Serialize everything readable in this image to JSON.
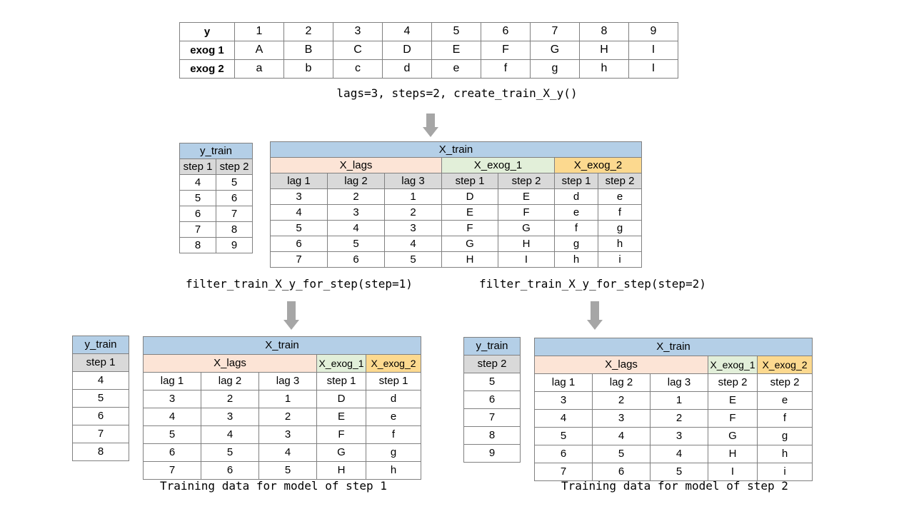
{
  "source_table": {
    "rows": [
      {
        "label": "y",
        "values": [
          "1",
          "2",
          "3",
          "4",
          "5",
          "6",
          "7",
          "8",
          "9"
        ]
      },
      {
        "label": "exog 1",
        "values": [
          "A",
          "B",
          "C",
          "D",
          "E",
          "F",
          "G",
          "H",
          "I"
        ]
      },
      {
        "label": "exog 2",
        "values": [
          "a",
          "b",
          "c",
          "d",
          "e",
          "f",
          "g",
          "h",
          "I"
        ]
      }
    ]
  },
  "captions": {
    "create": "lags=3, steps=2, create_train_X_y()",
    "filter_step1": "filter_train_X_y_for_step(step=1)",
    "filter_step2": "filter_train_X_y_for_step(step=2)",
    "result_step1": "Training data for model of step 1",
    "result_step2": "Training data for model of step 2"
  },
  "colors": {
    "blue": "#b4cfe7",
    "pink": "#fce4d6",
    "green": "#e2efd9",
    "orange": "#fcd98f",
    "grey": "#d9d9d9",
    "arrow": "#a6a6a6",
    "border": "#808080"
  },
  "middle": {
    "y_train": {
      "title": "y_train",
      "headers": [
        "step 1",
        "step 2"
      ],
      "rows": [
        [
          "4",
          "5"
        ],
        [
          "5",
          "6"
        ],
        [
          "6",
          "7"
        ],
        [
          "7",
          "8"
        ],
        [
          "8",
          "9"
        ]
      ]
    },
    "x_train": {
      "title": "X_train",
      "groups": [
        {
          "label": "X_lags",
          "span": 3
        },
        {
          "label": "X_exog_1",
          "span": 2
        },
        {
          "label": "X_exog_2",
          "span": 2
        }
      ],
      "headers": [
        "lag 1",
        "lag 2",
        "lag 3",
        "step 1",
        "step 2",
        "step 1",
        "step 2"
      ],
      "rows": [
        [
          "3",
          "2",
          "1",
          "D",
          "E",
          "d",
          "e"
        ],
        [
          "4",
          "3",
          "2",
          "E",
          "F",
          "e",
          "f"
        ],
        [
          "5",
          "4",
          "3",
          "F",
          "G",
          "f",
          "g"
        ],
        [
          "6",
          "5",
          "4",
          "G",
          "H",
          "g",
          "h"
        ],
        [
          "7",
          "6",
          "5",
          "H",
          "I",
          "h",
          "i"
        ]
      ]
    }
  },
  "bottom_left": {
    "y_train": {
      "title": "y_train",
      "headers": [
        "step 1"
      ],
      "rows": [
        [
          "4"
        ],
        [
          "5"
        ],
        [
          "6"
        ],
        [
          "7"
        ],
        [
          "8"
        ]
      ]
    },
    "x_train": {
      "title": "X_train",
      "groups": [
        {
          "label": "X_lags",
          "span": 3
        },
        {
          "label": "X_exog_1",
          "span": 1
        },
        {
          "label": "X_exog_2",
          "span": 1
        }
      ],
      "headers": [
        "lag 1",
        "lag 2",
        "lag 3",
        "step 1",
        "step 1"
      ],
      "rows": [
        [
          "3",
          "2",
          "1",
          "D",
          "d"
        ],
        [
          "4",
          "3",
          "2",
          "E",
          "e"
        ],
        [
          "5",
          "4",
          "3",
          "F",
          "f"
        ],
        [
          "6",
          "5",
          "4",
          "G",
          "g"
        ],
        [
          "7",
          "6",
          "5",
          "H",
          "h"
        ]
      ]
    }
  },
  "bottom_right": {
    "y_train": {
      "title": "y_train",
      "headers": [
        "step 2"
      ],
      "rows": [
        [
          "5"
        ],
        [
          "6"
        ],
        [
          "7"
        ],
        [
          "8"
        ],
        [
          "9"
        ]
      ]
    },
    "x_train": {
      "title": "X_train",
      "groups": [
        {
          "label": "X_lags",
          "span": 3
        },
        {
          "label": "X_exog_1",
          "span": 1
        },
        {
          "label": "X_exog_2",
          "span": 1
        }
      ],
      "headers": [
        "lag 1",
        "lag 2",
        "lag 3",
        "step 2",
        "step 2"
      ],
      "rows": [
        [
          "3",
          "2",
          "1",
          "E",
          "e"
        ],
        [
          "4",
          "3",
          "2",
          "F",
          "f"
        ],
        [
          "5",
          "4",
          "3",
          "G",
          "g"
        ],
        [
          "6",
          "5",
          "4",
          "H",
          "h"
        ],
        [
          "7",
          "6",
          "5",
          "I",
          "i"
        ]
      ]
    }
  }
}
